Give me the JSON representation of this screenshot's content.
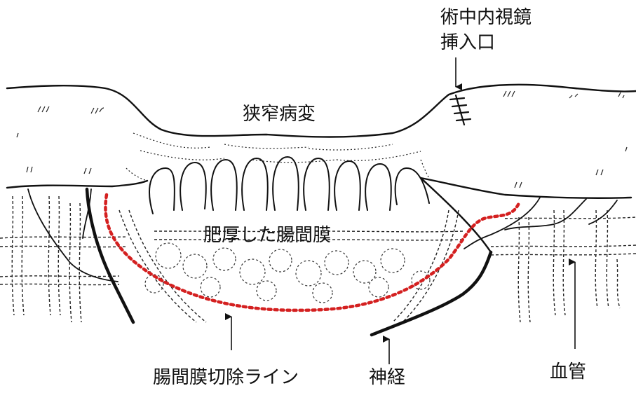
{
  "labels": {
    "stricture_lesion": "狭窄病変",
    "thickened_mesentery": "肥厚した腸間膜",
    "endoscope_port_line1": "術中内視鏡",
    "endoscope_port_line2": "挿入口",
    "mesentery_resection_line": "腸間膜切除ライン",
    "nerve": "神経",
    "blood_vessel": "血管"
  },
  "colors": {
    "ink": "#111111",
    "resection_line": "#d42020",
    "background": "#ffffff"
  }
}
